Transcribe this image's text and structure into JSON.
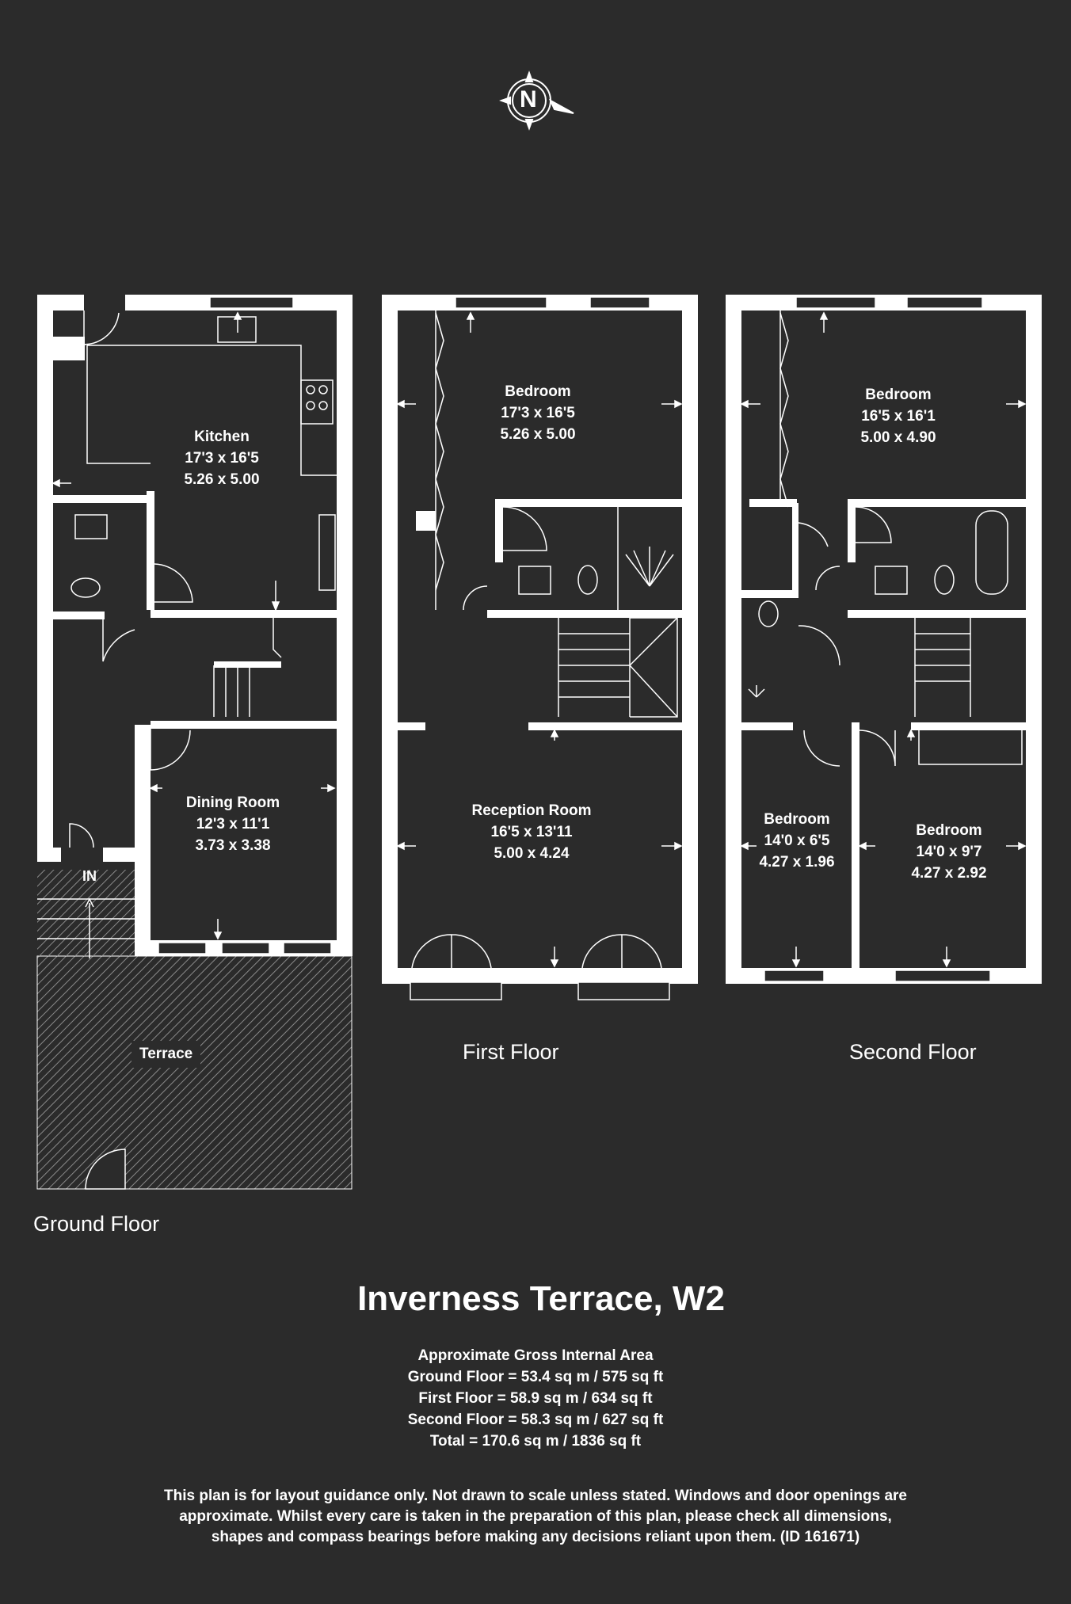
{
  "title": "Inverness Terrace, W2",
  "compass": {
    "letter": "N",
    "icon": "north-compass-icon"
  },
  "floors": {
    "ground": {
      "label": "Ground Floor",
      "rooms": {
        "kitchen": {
          "name": "Kitchen",
          "imperial": "17'3 x 16'5",
          "metric": "5.26 x 5.00"
        },
        "dining": {
          "name": "Dining Room",
          "imperial": "12'3 x 11'1",
          "metric": "3.73 x 3.38"
        }
      },
      "terrace": "Terrace",
      "entrance": "IN"
    },
    "first": {
      "label": "First Floor",
      "rooms": {
        "bedroom": {
          "name": "Bedroom",
          "imperial": "17'3 x 16'5",
          "metric": "5.26 x 5.00"
        },
        "reception": {
          "name": "Reception Room",
          "imperial": "16'5 x 13'11",
          "metric": "5.00 x 4.24"
        }
      }
    },
    "second": {
      "label": "Second Floor",
      "rooms": {
        "bedroom_main": {
          "name": "Bedroom",
          "imperial": "16'5 x 16'1",
          "metric": "5.00 x 4.90"
        },
        "bedroom_small": {
          "name": "Bedroom",
          "imperial": "14'0 x 6'5",
          "metric": "4.27 x 1.96"
        },
        "bedroom_right": {
          "name": "Bedroom",
          "imperial": "14'0 x 9'7",
          "metric": "4.27 x 2.92"
        }
      }
    }
  },
  "areas": {
    "heading": "Approximate Gross Internal Area",
    "ground": "Ground Floor = 53.4 sq m / 575 sq ft",
    "first": "First Floor = 58.9 sq m / 634 sq ft",
    "second": "Second Floor = 58.3 sq m / 627 sq ft",
    "total": "Total = 170.6 sq m / 1836 sq ft"
  },
  "disclaimer": {
    "line1": "This plan is for layout guidance only. Not drawn to scale unless stated. Windows and door openings are",
    "line2": "approximate. Whilst every care is taken in the preparation of this plan, please check all dimensions,",
    "line3": "shapes and compass bearings before making any decisions reliant upon them. (ID 161671)"
  },
  "colors": {
    "background": "#2b2b2b",
    "walls": "#ffffff"
  }
}
